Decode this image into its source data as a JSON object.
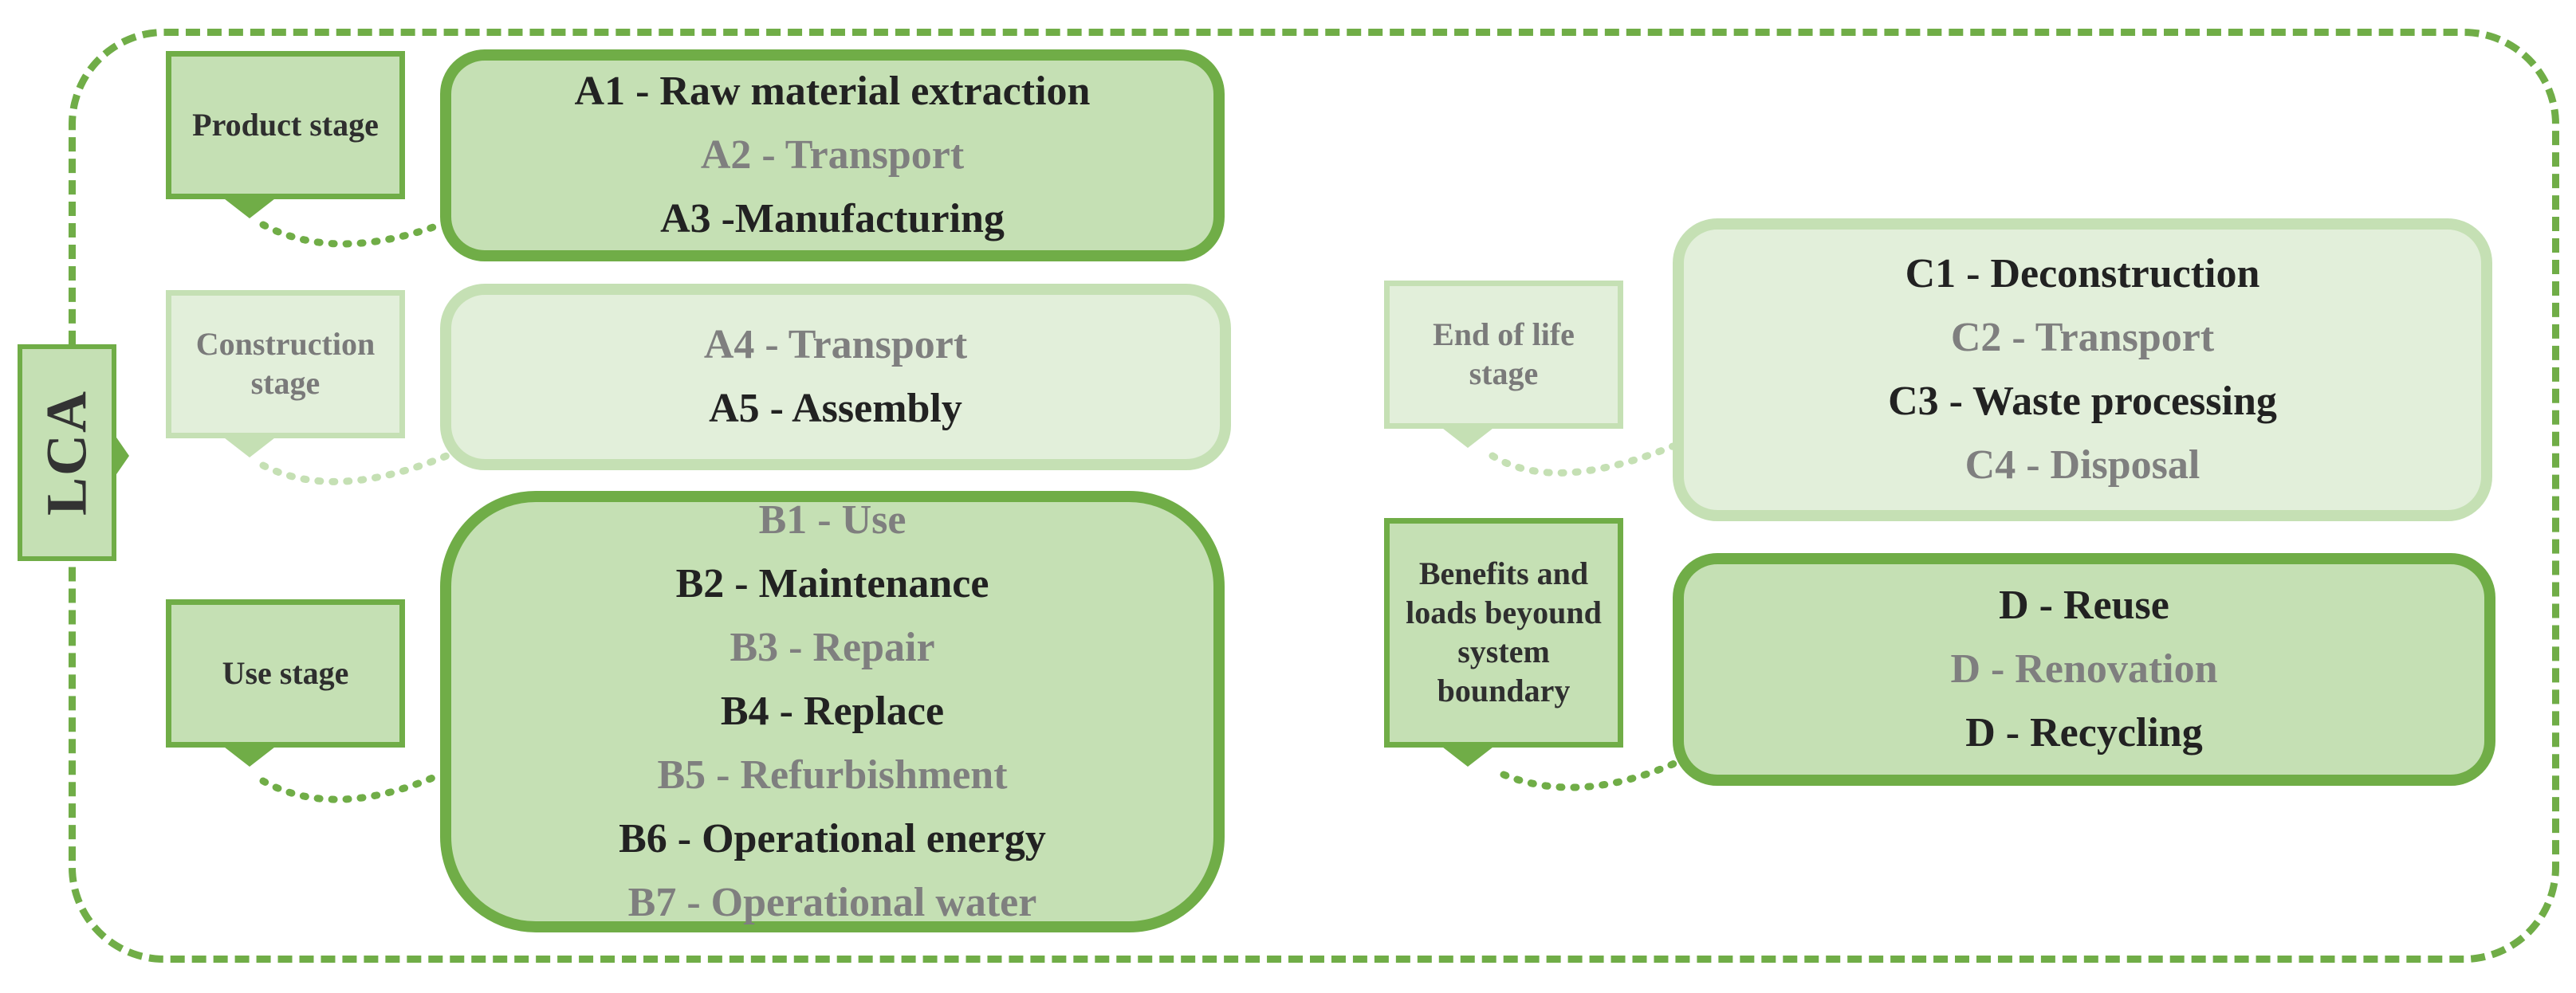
{
  "lca_label": "LCA",
  "colors": {
    "dark_green": "#70ad47",
    "mid_green": "#c5e0b4",
    "light_green": "#e2efda",
    "emphasis_text": "#222222",
    "muted_text": "#7f7f7f"
  },
  "stages": {
    "product": {
      "label": "Product stage"
    },
    "construction": {
      "label": "Construction stage"
    },
    "use": {
      "label": "Use stage"
    },
    "end_of_life": {
      "label": "End of life stage"
    },
    "benefits": {
      "label": "Benefits and loads beyound system boundary"
    }
  },
  "modules": {
    "product": {
      "items": [
        "A1 - Raw material extraction",
        "A2 - Transport",
        "A3 -Manufacturing"
      ]
    },
    "construction": {
      "items": [
        "A4 - Transport",
        "A5 - Assembly"
      ]
    },
    "use": {
      "items": [
        "B1 - Use",
        "B2 - Maintenance",
        "B3 - Repair",
        "B4 - Replace",
        "B5 - Refurbishment",
        "B6 - Operational energy",
        "B7 - Operational water"
      ]
    },
    "end_of_life": {
      "items": [
        "C1 - Deconstruction",
        "C2 - Transport",
        "C3 - Waste processing",
        "C4 - Disposal"
      ]
    },
    "benefits": {
      "items": [
        "D - Reuse",
        "D - Renovation",
        "D - Recycling"
      ]
    }
  }
}
